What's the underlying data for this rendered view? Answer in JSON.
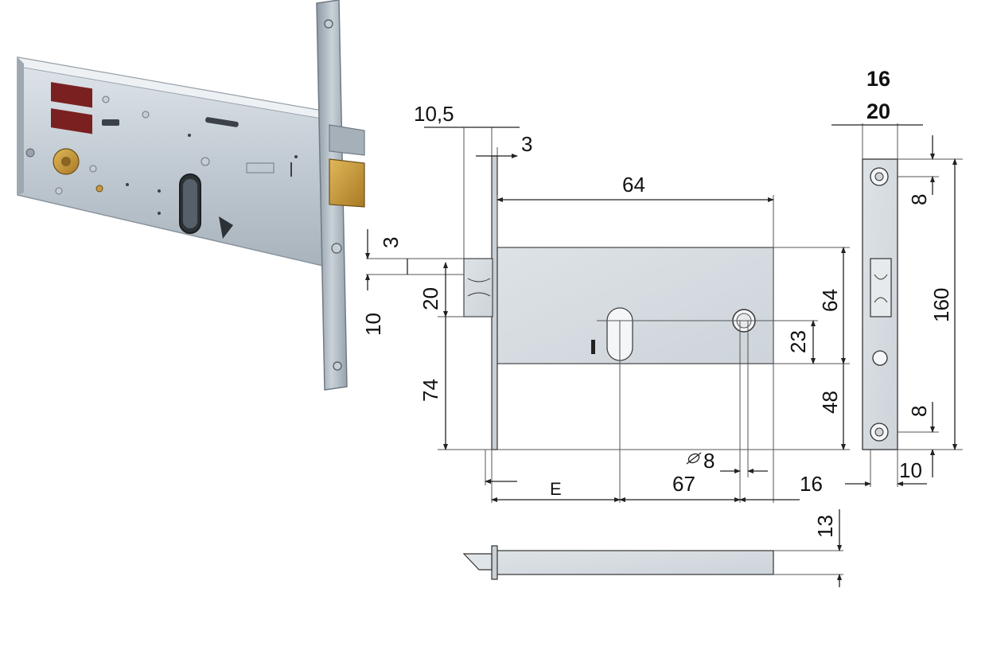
{
  "figure": {
    "colors": {
      "case_steel": "#b9c3cc",
      "case_light": "#d7dee4",
      "faceplate": "#a9b4be",
      "latch_brass": "#c99a3c",
      "label_red": "#7a2020",
      "drawing_fill": "#d5dbe0",
      "dim_line": "#222222"
    },
    "icons": {
      "lock_photo": "mortise-lock-photo",
      "diameter_symbol": "diameter-icon"
    }
  },
  "dimensions": {
    "front_width": "10,5",
    "faceplate_thickness": "3",
    "case_depth": "64",
    "latch_offset": "3",
    "latch_height": "20",
    "latch_lower_gap": "10",
    "faceplate_lower": "74",
    "case_upper": "64",
    "cylinder_offset": "23",
    "case_lower": "48",
    "hole_diameter": "8",
    "backset_label": "E",
    "cylinder_to_hole": "67",
    "hole_to_edge": "16",
    "plate_width_a": "16",
    "plate_width_b": "20",
    "plate_height": "160",
    "plate_screw_top": "8",
    "plate_screw_bottom": "8",
    "plate_edge": "10",
    "bottom_thickness": "13"
  }
}
